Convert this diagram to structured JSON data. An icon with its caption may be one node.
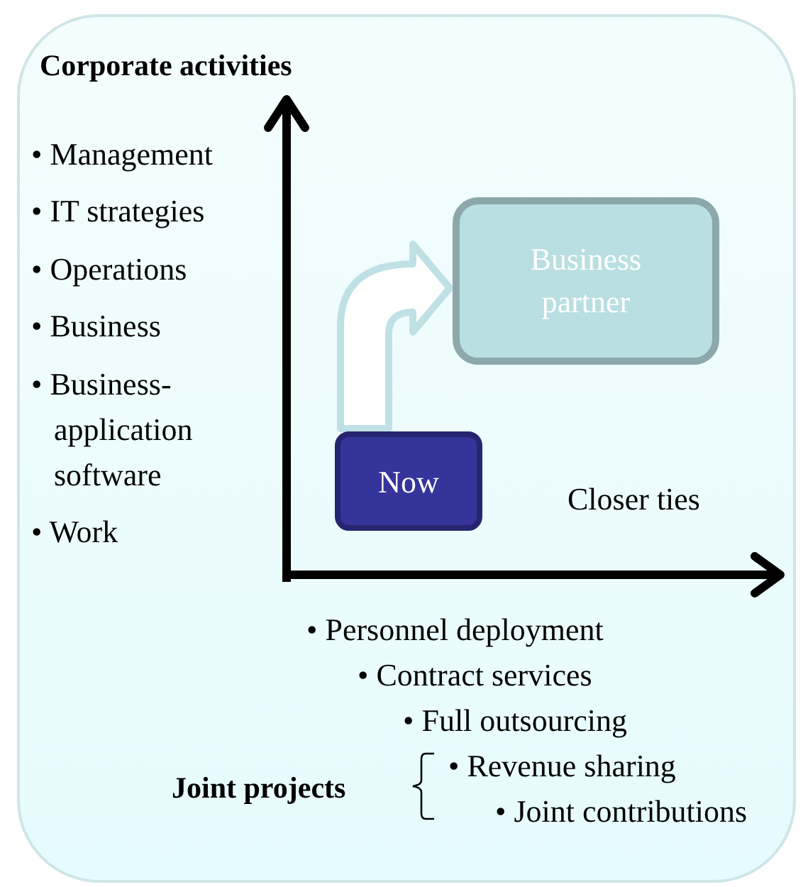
{
  "diagram": {
    "nodes": [
      {
        "text": [
          "Now"
        ]
      },
      {
        "text": [
          "Business partner"
        ]
      }
    ],
    "edges": [
      {
        "from": 0,
        "to": 1,
        "arrow": "to"
      }
    ],
    "labels": [
      "Corporate activities",
      "• Management",
      "• IT strategies",
      "• Operations",
      "• Business",
      "• Business- application software",
      "• Work",
      "Closer ties",
      "• Personnel deployment",
      "• Contract services",
      "• Full outsourcing",
      "Joint projects",
      "• Revenue sharing",
      "• Joint contributions"
    ]
  }
}
